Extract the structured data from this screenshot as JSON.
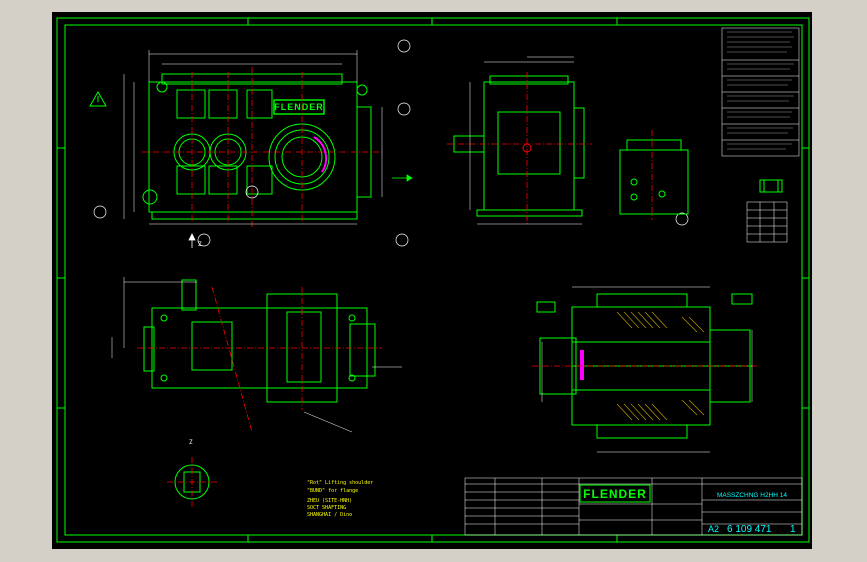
{
  "drawing": {
    "brand": "FLENDER",
    "title_line": "MASSZCHNG H2HH 14",
    "drawing_number": "6 109 471",
    "revision": "1",
    "sheet_size": "A2",
    "gearbox_label": "FLENDER",
    "section_labels": [
      "Z",
      "Z"
    ]
  },
  "notes": [
    "\"Rot\" Lifting shoulder",
    "\"BUND\" for flange",
    "ZHEU (SITE-HNH)",
    "SOCT SHAFTING",
    "SHANGHAI / Dino"
  ],
  "colors": {
    "background": "#000000",
    "frame": "#00ff00",
    "part": "#00ff00",
    "center_line": "#ff0000",
    "dimension": "#ffffff",
    "hatch": "#c8a000",
    "accent": "#ff00ff",
    "note": "#ffff00"
  }
}
